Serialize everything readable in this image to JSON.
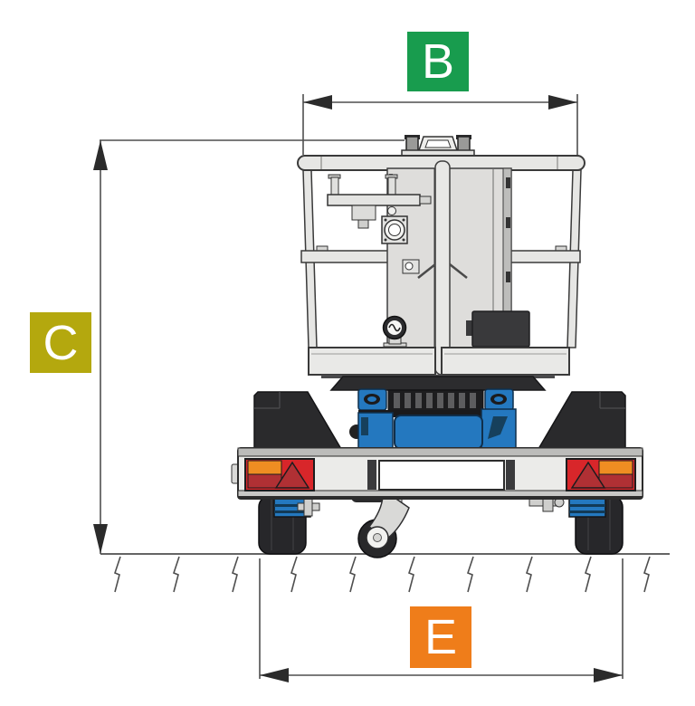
{
  "page": {
    "background": "#ffffff"
  },
  "dimension_labels": {
    "b": {
      "text": "B",
      "box_color": "#189c4e"
    },
    "c": {
      "text": "C",
      "box_color": "#b4a80e"
    },
    "e": {
      "text": "E",
      "box_color": "#ef7d1a"
    }
  },
  "illustration": {
    "subject": "trailer-mounted-vertical-mast-lift-rear-view",
    "colors": {
      "machine_body_blue": "#2478bf",
      "frame_light_gray": "#e6e6e4",
      "outline_gray": "#3a3a3a",
      "tire_black": "#27272a",
      "tail_light_red": "#d8262a",
      "tail_light_dark_red": "#b03034",
      "tail_light_orange": "#ef8d22",
      "dimension_line_gray": "#4f4f4f"
    }
  }
}
